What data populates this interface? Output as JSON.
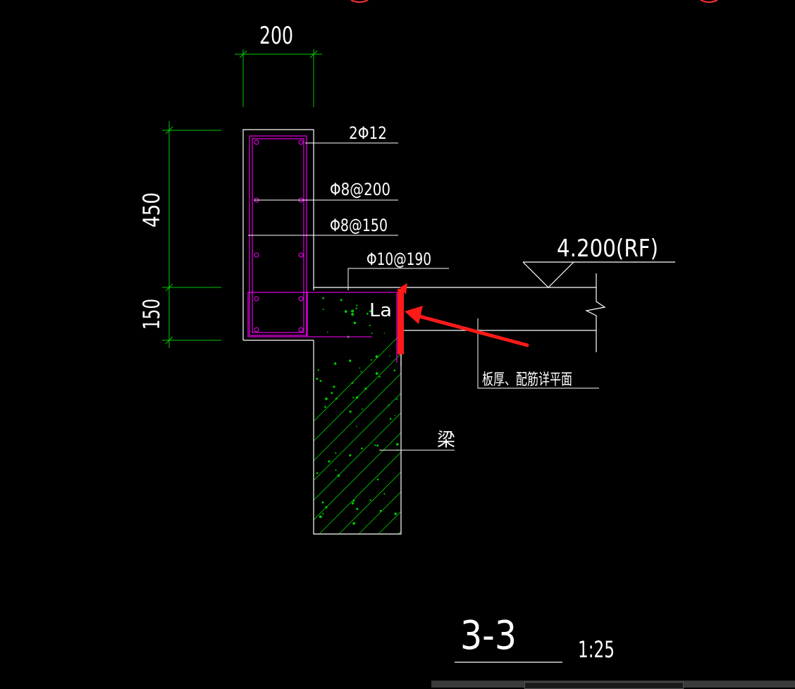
{
  "drawing": {
    "dimensions": {
      "width_label": "200",
      "height_upper_label": "450",
      "height_lower_label": "150"
    },
    "rebar_labels": {
      "main_bars": "2Φ12",
      "stirrup_a": "Φ8@200",
      "stirrup_b": "Φ8@150",
      "slab_bar": "Φ10@190"
    },
    "anchorage_label": "La",
    "elevation_label": "4.200(RF)",
    "slab_note": "板厚、配筋详平面",
    "beam_label": "梁",
    "section_title": "3-3",
    "scale": "1:25"
  },
  "colors": {
    "background": "#000000",
    "outline": "#ffffff",
    "dimension": "#00c800",
    "rebar": "#ff00ff",
    "hatch": "#00c800",
    "annotation_arrow": "#ff1a1a"
  }
}
